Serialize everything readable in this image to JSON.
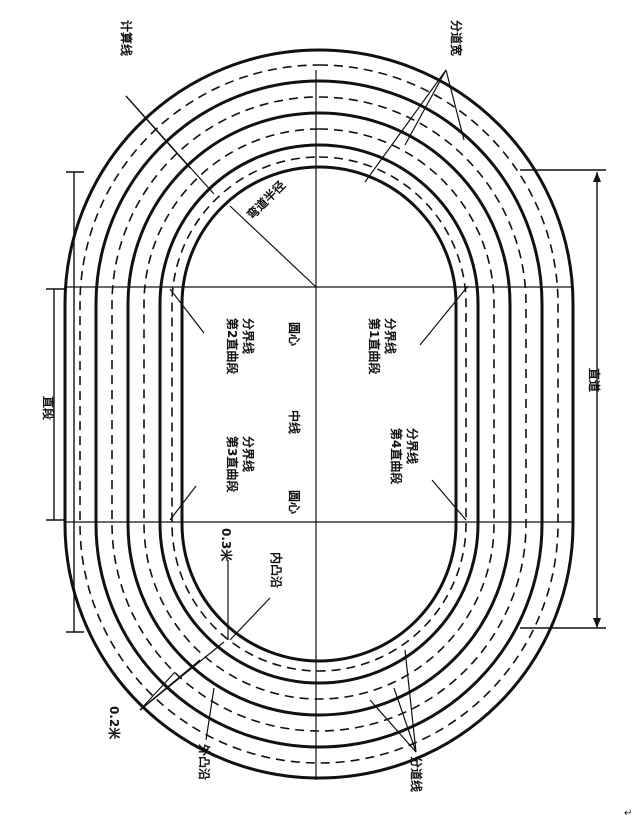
{
  "labels": {
    "measure_line": "计算线",
    "lane_width": "分道宽",
    "bend_radius": "弯道半径",
    "straight_boundary_2": "第2直曲段\n分界线",
    "circle_center_top": "圆心",
    "straight_boundary_1": "第1直曲段\n分界线",
    "straight_boundary_3": "第3直曲段\n分界线",
    "center_line": "中线",
    "straight_boundary_4": "第4直曲段\n分界线",
    "circle_center_bottom": "圆心",
    "straight_segment": "直段",
    "straight_track": "直道",
    "dist_03": "0.3米",
    "inner_kerb": "内凸沿",
    "dist_02": "0.2米",
    "outer_kerb": "外凸沿",
    "lane_line": "分道线",
    "corner_mark": "↵"
  }
}
